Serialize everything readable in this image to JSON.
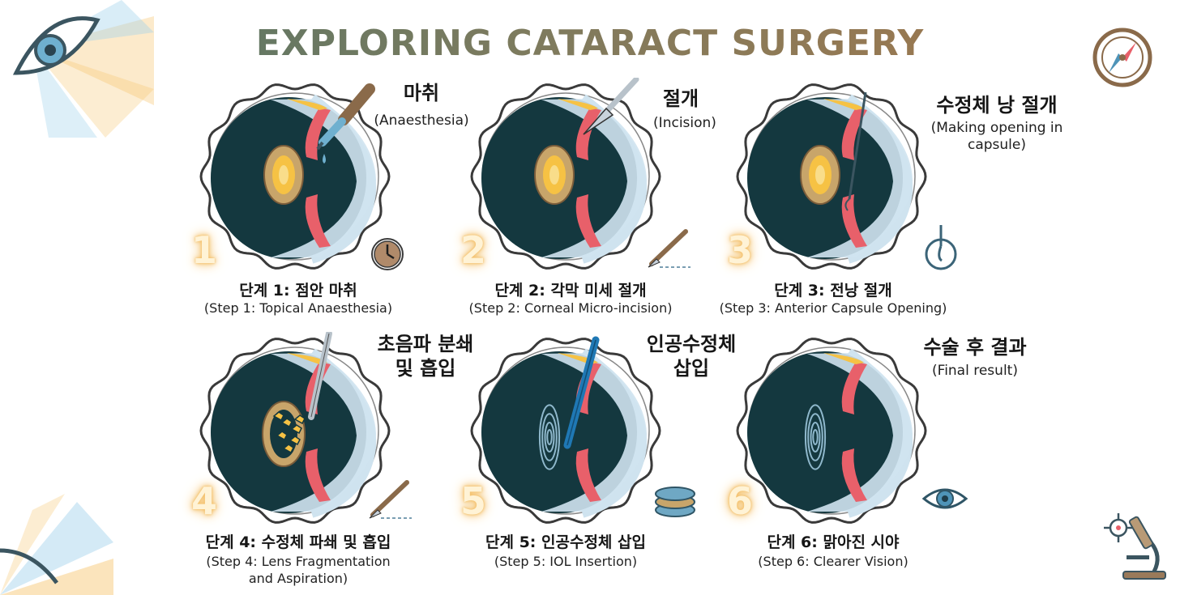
{
  "title": "EXPLORING CATARACT SURGERY",
  "colors": {
    "title_start": "#4f7568",
    "title_end": "#a8774a",
    "eye_interior": "#14383f",
    "iris_pink": "#e8606a",
    "cornea_blue": "#cfe3ef",
    "lens_tan": "#c8a56a",
    "lens_yellow": "#f6c244",
    "number_glow": "#f2b85a"
  },
  "steps": [
    {
      "number": "1",
      "label_ko": "마취",
      "label_en": "(Anaesthesia)",
      "caption_ko": "단계 1: 점안 마취",
      "caption_en": "(Step 1: Topical Anaesthesia)",
      "tool_icon": "eye-dropper-icon",
      "side_icon": "clock-icon"
    },
    {
      "number": "2",
      "label_ko": "절개",
      "label_en": "(Incision)",
      "caption_ko": "단계 2: 각막 미세 절개",
      "caption_en": "(Step 2: Corneal Micro-incision)",
      "tool_icon": "scalpel-icon",
      "side_icon": "scalpel-icon"
    },
    {
      "number": "3",
      "label_ko": "수정체 낭 절개",
      "label_en": "(Making opening in capsule)",
      "caption_ko": "단계 3: 전낭 절개",
      "caption_en": "(Step 3: Anterior Capsule Opening)",
      "tool_icon": "needle-icon",
      "side_icon": "loop-instrument-icon"
    },
    {
      "number": "4",
      "label_ko": "초음파 분쇄\n및 흡입",
      "caption_ko": "단계 4: 수정체 파쇄 및 흡입",
      "caption_en": "(Step 4: Lens Fragmentation and Aspiration)",
      "tool_icon": "phaco-probe-icon",
      "side_icon": "scalpel-icon"
    },
    {
      "number": "5",
      "label_ko": "인공수정체\n삽입",
      "caption_ko": "단계 5: 인공수정체 삽입",
      "caption_en": "(Step 5: IOL Insertion)",
      "tool_icon": "injector-icon",
      "side_icon": "lens-stack-icon"
    },
    {
      "number": "6",
      "label_ko": "수술 후 결과",
      "label_en": "(Final result)",
      "caption_ko": "단계 6: 맑아진 시야",
      "caption_en": "(Step 6: Clearer Vision)",
      "tool_icon": "",
      "side_icon": "eye-icon"
    }
  ],
  "decor": [
    "eye-light-icon",
    "compass-icon",
    "target-icon",
    "microscope-icon"
  ]
}
